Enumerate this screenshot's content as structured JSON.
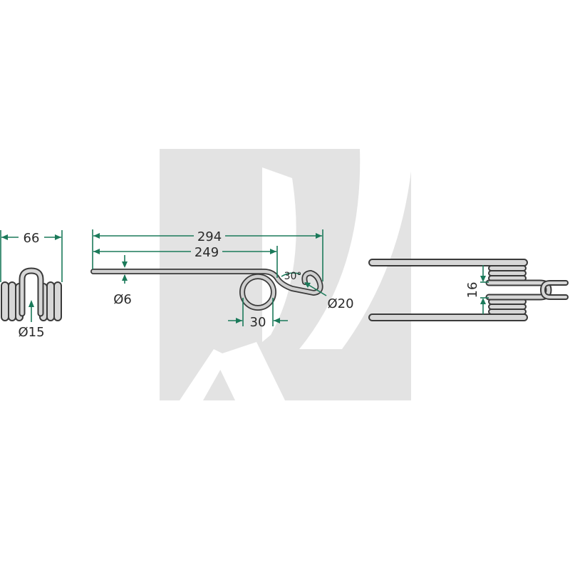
{
  "colors": {
    "dimension": "#1b7a5a",
    "wire_fill": "#d7d7d7",
    "wire_outline": "#3a3a3a",
    "watermark": "#e3e3e3"
  },
  "watermark": {
    "kind": "logo"
  },
  "dimensions": {
    "width_66": "66",
    "coil_dia": "Ø15",
    "len_294": "294",
    "len_249": "249",
    "wire_dia": "Ø6",
    "angle": "30°",
    "loop_dia": "Ø20",
    "coil_30": "30",
    "gap_16": "16"
  }
}
